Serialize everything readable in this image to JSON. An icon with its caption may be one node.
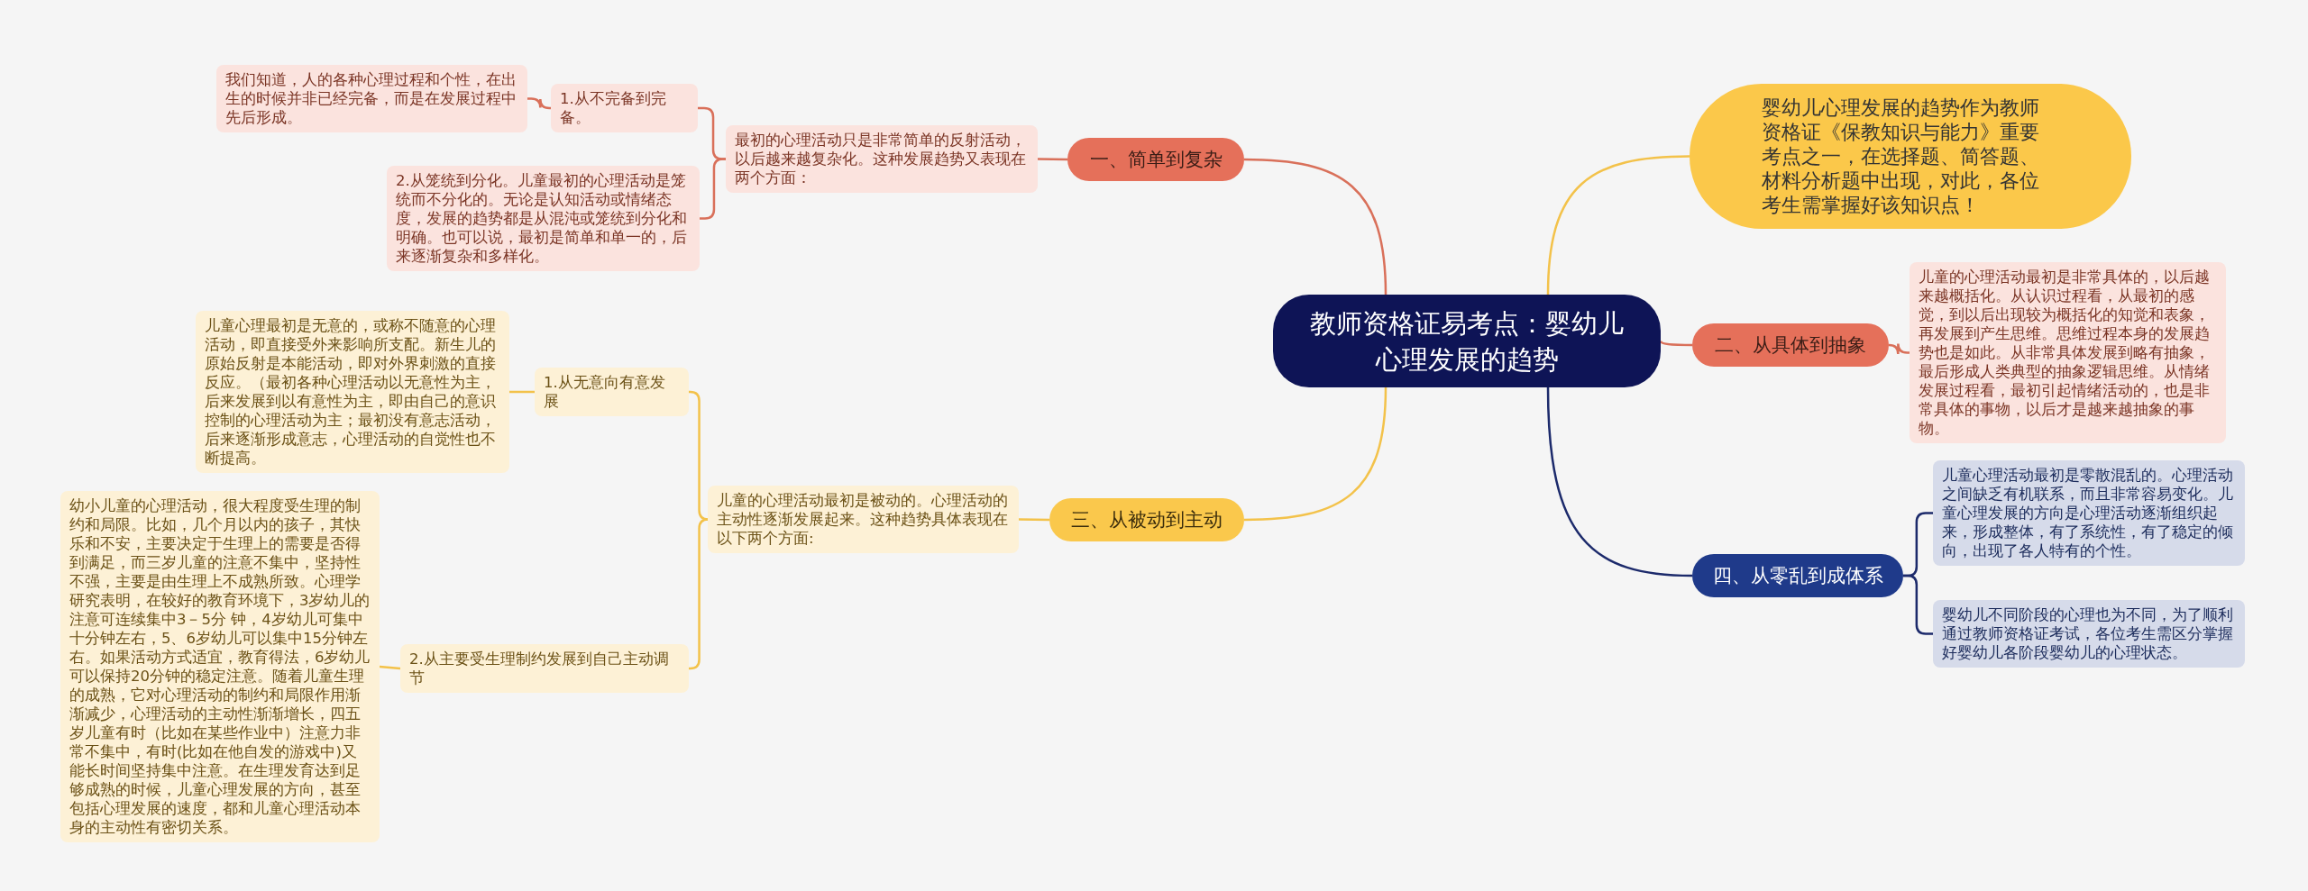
{
  "diagram": {
    "nodes": [
      {
        "text": [
          "教师资格证易考点：婴幼儿心理发展的趋势"
        ]
      },
      {
        "text": [
          "婴幼儿心理发展的趋势作为教师资格证《保教知识与能力》重要考点之一，在选择题、简答题、材料分析题中出现，对此，各位考生需掌握好该知识点！"
        ]
      },
      {
        "text": [
          "一、简单到复杂"
        ]
      },
      {
        "text": [
          "最初的心理活动只是非常简单的反射活动，以后越来越复杂化。这种发展趋势又表现在两个方面："
        ]
      },
      {
        "text": [
          "1.从不完备到完备。"
        ]
      },
      {
        "text": [
          "我们知道，人的各种心理过程和个性，在出生的时候并非已经完备，而是在发展过程中先后形成。"
        ]
      },
      {
        "text": [
          "2.从笼统到分化。儿童最初的心理活动是笼统而不分化的。无论是认知活动或情绪态度，发展的趋势都是从混沌或笼统到分化和明确。也可以说，最初是简单和单一的，后来逐渐复杂和多样化。"
        ]
      },
      {
        "text": [
          "二、从具体到抽象"
        ]
      },
      {
        "text": [
          "儿童的心理活动最初是非常具体的，以后越来越概括化。从认识过程看，从最初的感觉，到以后出现较为概括化的知觉和表象，再发展到产生思维。思维过程本身的发展趋势也是如此。从非常具体发展到略有抽象，最后形成人类典型的抽象逻辑思维。从情绪发展过程看，最初引起情绪活动的，也是非常具体的事物，以后才是越来越抽象的事物。"
        ]
      },
      {
        "text": [
          "三、从被动到主动"
        ]
      },
      {
        "text": [
          "儿童的心理活动最初是被动的。心理活动的主动性逐渐发展起来。这种趋势具体表现在以下两个方面:"
        ]
      },
      {
        "text": [
          "1.从无意向有意发展"
        ]
      },
      {
        "text": [
          "儿童心理最初是无意的，或称不随意的心理活动，即直接受外来影响所支配。新生儿的原始反射是本能活动，即对外界刺激的直接反应。（最初各种心理活动以无意性为主，后来发展到以有意性为主，即由自己的意识控制的心理活动为主；最初没有意志活动，后来逐渐形成意志，心理活动的自觉性也不断提高。"
        ]
      },
      {
        "text": [
          "2.从主要受生理制约发展到自己主动调节"
        ]
      },
      {
        "text": [
          "幼小儿童的心理活动，很大程度受生理的制约和局限。比如，几个月以内的孩子，其快乐和不安，主要决定于生理上的需要是否得到满足，而三岁儿童的注意不集中，坚持性不强，主要是由生理上不成熟所致。心理学研究表明，在较好的教育环境下，3岁幼儿的注意可连续集中3－5分 钟，4岁幼儿可集中十分钟左右，5、6岁幼儿可以集中15分钟左右。如果活动方式适宜，教育得法，6岁幼儿可以保持20分钟的稳定注意。随着儿童生理的成熟，它对心理活动的制约和局限作用渐渐减少，心理活动的主动性渐渐增长，四五岁儿童有时（比如在某些作业中）注意力非常不集中，有时(比如在他自发的游戏中)又能长时间坚持集中注意。在生理发育达到足够成熟的时候，儿童心理发展的方向，甚至包括心理发展的速度，都和儿童心理活动本身的主动性有密切关系。"
        ]
      },
      {
        "text": [
          "四、从零乱到成体系"
        ]
      },
      {
        "text": [
          "儿童心理活动最初是零散混乱的。心理活动之间缺乏有机联系，而且非常容易变化。儿童心理发展的方向是心理活动逐渐组织起来，形成整体，有了系统性，有了稳定的倾向，出现了各人特有的个性。"
        ]
      },
      {
        "text": [
          "婴幼儿不同阶段的心理也为不同，为了顺利通过教师资格证考试，各位考生需区分掌握好婴幼儿各阶段婴幼儿的心理状态。"
        ]
      }
    ],
    "edges": [
      {
        "from": 0,
        "to": 1,
        "arrow": "none",
        "color": "#f3c24a"
      },
      {
        "from": 0,
        "to": 2,
        "arrow": "none",
        "color": "#d9705a"
      },
      {
        "from": 0,
        "to": 7,
        "arrow": "none",
        "color": "#d9705a"
      },
      {
        "from": 0,
        "to": 9,
        "arrow": "none",
        "color": "#f3c24a"
      },
      {
        "from": 0,
        "to": 15,
        "arrow": "none",
        "color": "#1c2a6b"
      },
      {
        "from": 2,
        "to": 3,
        "arrow": "none",
        "color": "#d9705a"
      },
      {
        "from": 3,
        "to": 4,
        "arrow": "none",
        "color": "#d9705a"
      },
      {
        "from": 3,
        "to": 6,
        "arrow": "none",
        "color": "#d9705a"
      },
      {
        "from": 4,
        "to": 5,
        "arrow": "none",
        "color": "#d9705a"
      },
      {
        "from": 7,
        "to": 8,
        "arrow": "none",
        "color": "#d9705a"
      },
      {
        "from": 9,
        "to": 10,
        "arrow": "none",
        "color": "#f3c24a"
      },
      {
        "from": 10,
        "to": 11,
        "arrow": "none",
        "color": "#f3c24a"
      },
      {
        "from": 10,
        "to": 13,
        "arrow": "none",
        "color": "#f3c24a"
      },
      {
        "from": 11,
        "to": 12,
        "arrow": "none",
        "color": "#f3c24a"
      },
      {
        "from": 13,
        "to": 14,
        "arrow": "none",
        "color": "#f3c24a"
      },
      {
        "from": 15,
        "to": 16,
        "arrow": "none",
        "color": "#1c2a6b"
      },
      {
        "from": 15,
        "to": 17,
        "arrow": "none",
        "color": "#1c2a6b"
      }
    ]
  }
}
